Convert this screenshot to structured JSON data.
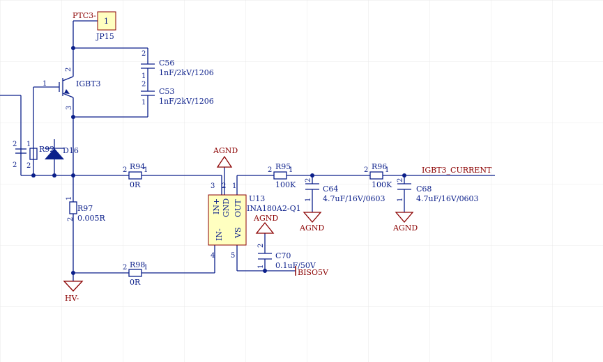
{
  "components": {
    "ptc3": "PTC3-",
    "jp15": {
      "ref": "JP15",
      "pin": "1"
    },
    "c56": {
      "ref": "C56",
      "value": "1nF/2kV/1206"
    },
    "c53": {
      "ref": "C53",
      "value": "1nF/2kV/1206"
    },
    "igbt3": {
      "ref": "IGBT3"
    },
    "r92": {
      "ref": "R92"
    },
    "d16": {
      "ref": "D16"
    },
    "r94": {
      "ref": "R94",
      "value": "0R"
    },
    "r97": {
      "ref": "R97",
      "value": "0.005R"
    },
    "r98": {
      "ref": "R98",
      "value": "0R"
    },
    "u13": {
      "ref": "U13",
      "part": "INA180A2-Q1",
      "pin_in_plus": "IN+",
      "pin_gnd": "GND",
      "pin_out": "OUT",
      "pin_in_minus": "IN-",
      "pin_vs": "VS"
    },
    "r95": {
      "ref": "R95",
      "value": "100K"
    },
    "r96": {
      "ref": "R96",
      "value": "100K"
    },
    "c64": {
      "ref": "C64",
      "value": "4.7uF/16V/0603"
    },
    "c68": {
      "ref": "C68",
      "value": "4.7uF/16V/0603"
    },
    "c70": {
      "ref": "C70",
      "value": "0.1uF/50V"
    }
  },
  "nets": {
    "agnd": "AGND",
    "hv_minus": "HV-",
    "biso5v": "BISO5V",
    "igbt3_current": "IGBT3_CURRENT"
  },
  "pins": {
    "p1": "1",
    "p2": "2",
    "p3": "3",
    "p4": "4",
    "p5": "5"
  }
}
